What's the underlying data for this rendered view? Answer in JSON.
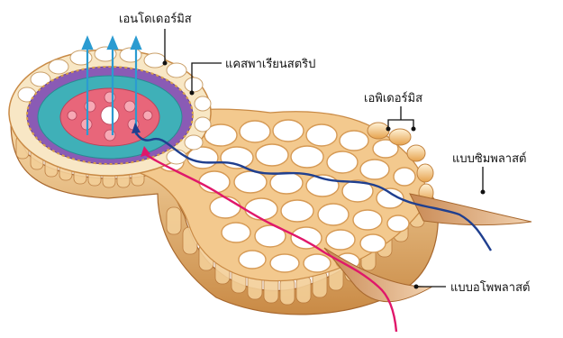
{
  "labels": {
    "endodermis": "เอนโดเดอร์มิส",
    "casparian_strip": "แคสพาเรียนสตริป",
    "epidermis": "เอพิเดอร์มิส",
    "symplast": "แบบซิมพลาสต์",
    "apoplast": "แบบอโพพลาสต์"
  },
  "colors": {
    "symplast_path": "#1f3f8f",
    "apoplast_path": "#e0176a",
    "water_arrow": "#2b9bd1",
    "cell_wall_tan": "#e8b877",
    "cell_fill": "#ffffff",
    "cortex_gap": "#f3c98e",
    "stele_red": "#e8667a",
    "stele_teal": "#3fb0b8",
    "stele_purple": "#8a5bb5"
  }
}
